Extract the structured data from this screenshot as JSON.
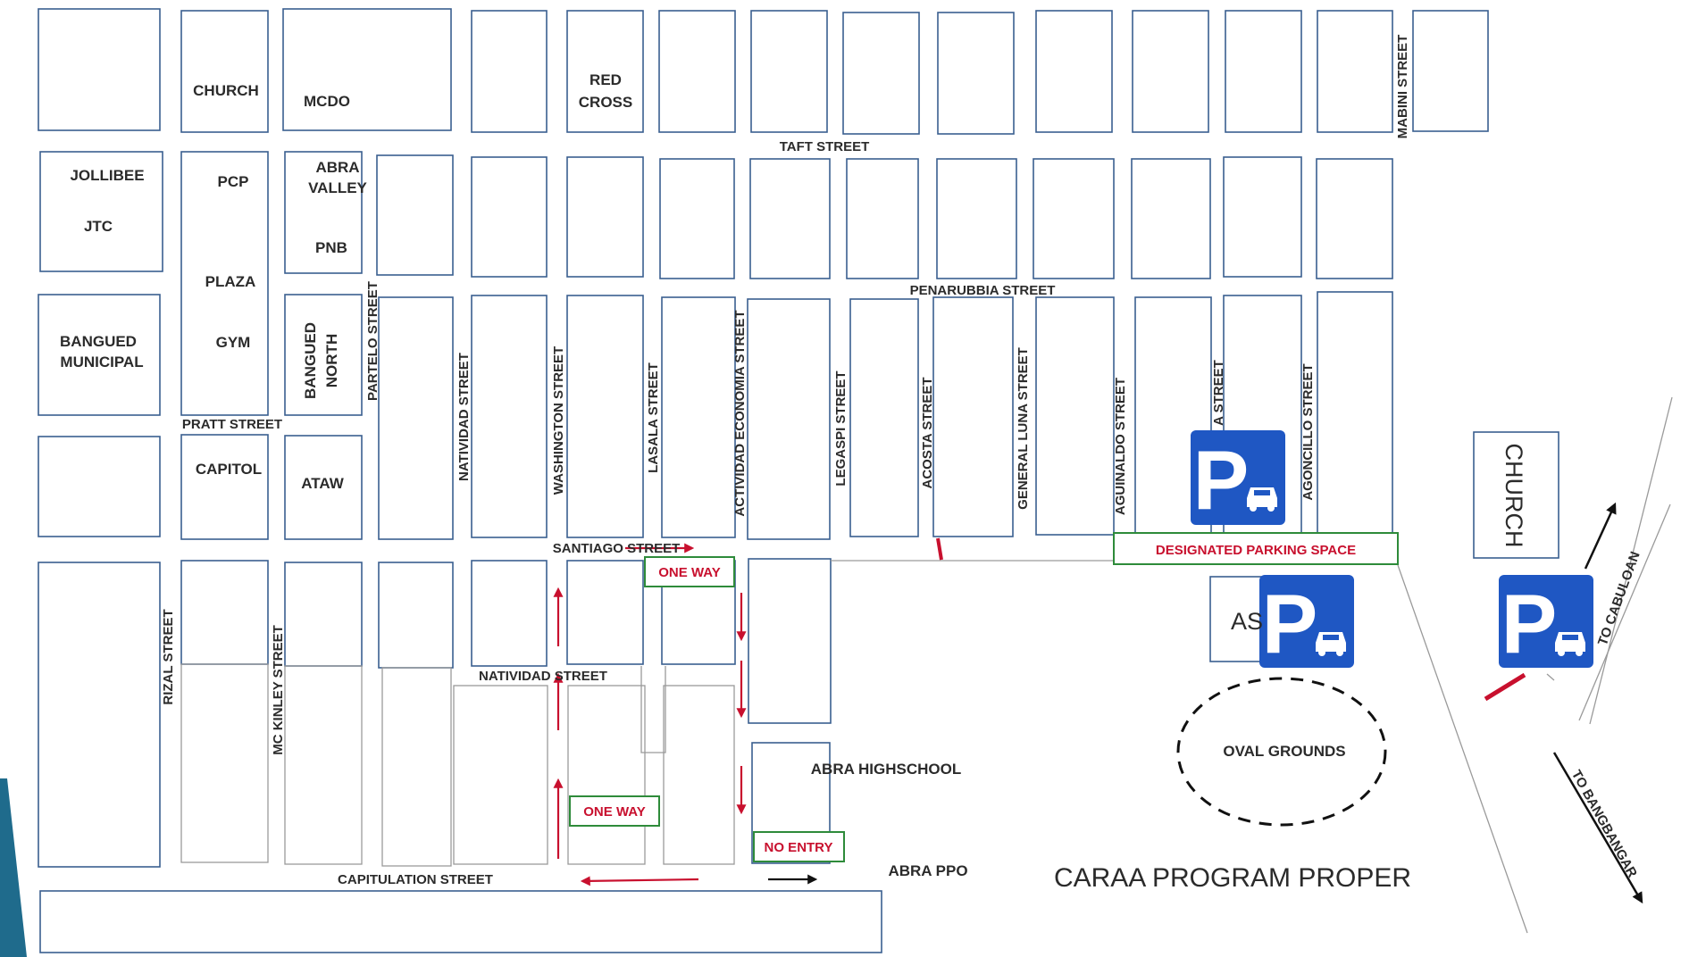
{
  "colors": {
    "block_outline": "#3a5f8f",
    "parking_blue": "#1f57c3",
    "alert_red": "#c8102e",
    "box_green": "#2e8b3a",
    "corner_teal": "#1f6b8c"
  },
  "places": {
    "church_top": "CHURCH",
    "mcdo": "MCDO",
    "red_cross": [
      "RED",
      "CROSS"
    ],
    "jollibee": "JOLLIBEE",
    "jtc": "JTC",
    "pcp": "PCP",
    "abra_valley": [
      "ABRA",
      "VALLEY"
    ],
    "pnb": "PNB",
    "plaza": "PLAZA",
    "gym": "GYM",
    "bangued_municipal": [
      "BANGUED",
      "MUNICIPAL"
    ],
    "bangued_north": [
      "BANGUED",
      "NORTH"
    ],
    "capitol": "CAPITOL",
    "ataw": "ATAW",
    "abra_highschool": "ABRA HIGHSCHOOL",
    "abra_ppo": "ABRA PPO",
    "oval_grounds": "OVAL GROUNDS",
    "church_right": "CHURCH",
    "as_partial": "AS"
  },
  "streets": {
    "taft": "TAFT STREET",
    "mabini": "MABINI STREET",
    "penarubbia": "PENARUBBIA STREET",
    "partelo": "PARTELO STREET",
    "pratt": "PRATT STREET",
    "natividad_v": "NATIVIDAD STREET",
    "washington": "WASHINGTON STREET",
    "lasala": "LASALA  STREET",
    "actividad": "ACTIVIDAD ECONOMIA  STREET",
    "legaspi": "LEGASPI STREET",
    "acosta": "ACOSTA  STREET",
    "general_luna": "GENERAL LUNA  STREET",
    "aguinaldo": "AGUINALDO STREET",
    "a_street": "A  STREET",
    "agoncillo": "AGONCILLO  STREET",
    "santiago": "SANTIAGO STREET",
    "natividad_h": "NATIVIDAD STREET",
    "rizal": "RIZAL  STREET",
    "mc_kinley": "MC KINLEY STREET",
    "capitulation": "CAPITULATION STREET"
  },
  "signs": {
    "one_way_top": "ONE WAY",
    "one_way_bottom": "ONE WAY",
    "no_entry": "NO ENTRY",
    "designated_parking": "DESIGNATED PARKING SPACE",
    "parking_letter": "P"
  },
  "directions": {
    "to_cabuloan": "TO CABULOAN",
    "to_bangbangar": "TO BANGBANGAR"
  },
  "footer_title": "CARAA PROGRAM PROPER"
}
